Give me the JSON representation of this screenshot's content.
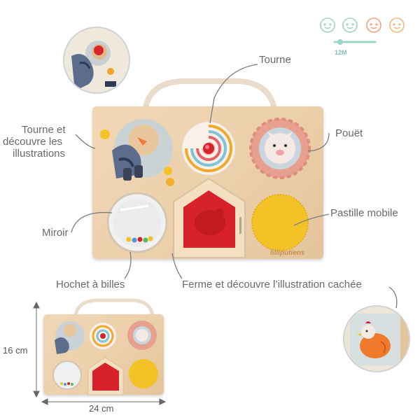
{
  "callouts": {
    "tourne": "Tourne",
    "tourne_decouvre": [
      "Tourne et",
      "découvre les",
      "illustrations"
    ],
    "pouet": "Pouët",
    "miroir": "Miroir",
    "pastille": "Pastille mobile",
    "hochet": "Hochet à billes",
    "ferme": "Ferme et découvre l’illustration cachée"
  },
  "age_scale": {
    "label": "12M",
    "icons": [
      "baby-face-icon",
      "baby-face-icon",
      "baby-face-icon",
      "baby-face-icon"
    ],
    "colors": [
      "#9fd4c9",
      "#9fd4c9",
      "#f3a17e",
      "#f5b77a"
    ]
  },
  "dimensions": {
    "height": "16 cm",
    "width": "24 cm"
  },
  "brand": "lilliputiens",
  "colors": {
    "wood": "#ecd0ab",
    "label": "#666a6e",
    "red": "#d8222b",
    "yellow": "#f2c226",
    "pink": "#e7a08f"
  }
}
